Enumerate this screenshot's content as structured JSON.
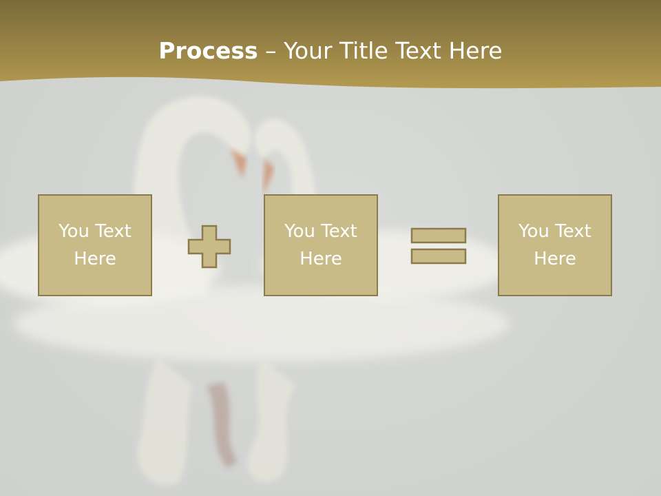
{
  "slide": {
    "title_bold": "Process",
    "title_dash": " – ",
    "title_rest": "Your Title Text Here",
    "boxes": [
      {
        "text": "You Text Here"
      },
      {
        "text": "You Text Here"
      },
      {
        "text": "You Text Here"
      }
    ],
    "operators": [
      "plus",
      "equals"
    ]
  },
  "colors": {
    "band_dark": "#7a6a3a",
    "band_light": "#b39a50",
    "box_fill": "#c9bb87",
    "box_border": "#8b7a4c",
    "background": "#d5d7d5"
  }
}
